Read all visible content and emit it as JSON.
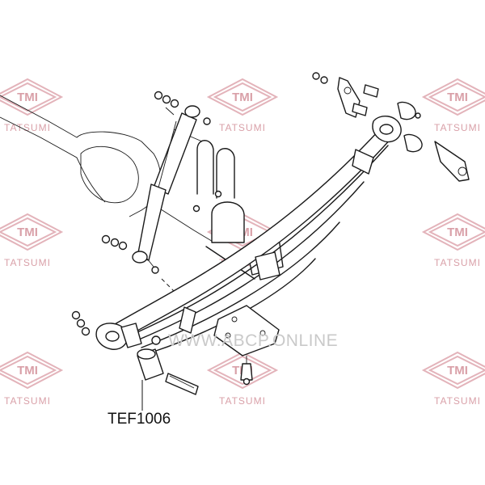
{
  "watermark": {
    "logo_text": "TMI",
    "brand_text": "TATSUMI",
    "site_text": "WWW.ABCP.ONLINE"
  },
  "callout": {
    "part_number": "TEF1006"
  }
}
